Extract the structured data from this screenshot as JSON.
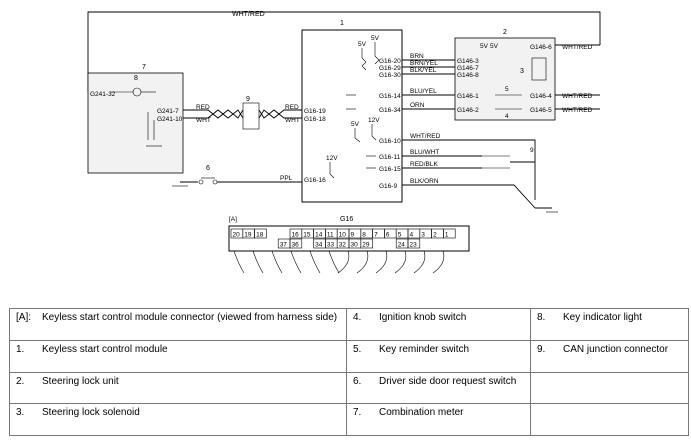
{
  "diagram": {
    "top_wire": "WHT/RED",
    "module_num": "1",
    "lock_unit_num": "2",
    "meter_num": "7",
    "key_light_num": "8",
    "can_num": "9",
    "door_switch_num": "6",
    "reminder_num": "5",
    "knob_num": "4",
    "lock_solenoid_num": "3",
    "v5": "5V",
    "v12": "12V",
    "module_pins_right": [
      "G16-20",
      "G16-29",
      "G16-30",
      "G16-14",
      "G16-34",
      "G16-10",
      "G16-11",
      "G16-15",
      "G16-9"
    ],
    "module_pins_left": [
      "G16-19",
      "G16-18",
      "G16-16"
    ],
    "right_wires": [
      "BRN",
      "BRN/YEL",
      "BLK/YEL",
      "BLU/YEL",
      "ORN",
      "WHT/RED",
      "BLU/WHT",
      "RED/BLK",
      "BLK/ORN"
    ],
    "left_wires": [
      "RED",
      "WHT",
      "PPL",
      "RED",
      "WHT"
    ],
    "lock_pins_left": [
      "G146-3",
      "G146-7",
      "G146-8",
      "G146-1",
      "G146-2"
    ],
    "lock_pins_right": [
      "G146-6",
      "G146-4",
      "G146-5"
    ],
    "lock_right_wires": [
      "WHT/RED",
      "WHT/RED",
      "WHT/RED"
    ],
    "meter_pins": [
      "G241-32",
      "G241-7",
      "G241-10"
    ],
    "connector_caption": "[A]",
    "connector_name": "G16",
    "connector_top_row": [
      "20",
      "19",
      "18",
      "16",
      "15",
      "14",
      "11",
      "10",
      "9",
      "8",
      "7",
      "6",
      "5",
      "4",
      "3",
      "2",
      "1"
    ],
    "connector_bottom_row": [
      "37",
      "36",
      "34",
      "33",
      "32",
      "30",
      "29",
      "24",
      "23"
    ]
  },
  "legend": {
    "rows": [
      [
        "[A]:",
        "Keyless start control module connector (viewed from harness side)",
        "4.",
        "Ignition knob switch",
        "8.",
        "Key indicator light"
      ],
      [
        "1.",
        "Keyless start control module",
        "5.",
        "Key reminder switch",
        "9.",
        "CAN junction connector"
      ],
      [
        "2.",
        "Steering lock unit",
        "6.",
        "Driver side door request switch",
        "",
        ""
      ],
      [
        "3.",
        "Steering lock solenoid",
        "7.",
        "Combination meter",
        "",
        ""
      ]
    ]
  }
}
